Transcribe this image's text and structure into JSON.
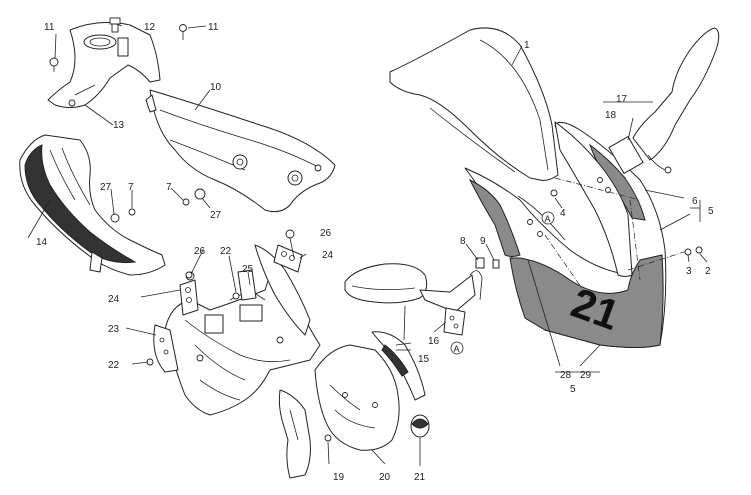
{
  "callouts": [
    {
      "id": "c1",
      "label": "1"
    },
    {
      "id": "c2",
      "label": "2"
    },
    {
      "id": "c3",
      "label": "3"
    },
    {
      "id": "c4",
      "label": "4"
    },
    {
      "id": "c5a",
      "label": "5"
    },
    {
      "id": "c5b",
      "label": "5"
    },
    {
      "id": "c6",
      "label": "6"
    },
    {
      "id": "c7a",
      "label": "7"
    },
    {
      "id": "c7b",
      "label": "7"
    },
    {
      "id": "c8",
      "label": "8"
    },
    {
      "id": "c9",
      "label": "9"
    },
    {
      "id": "c10",
      "label": "10"
    },
    {
      "id": "c11a",
      "label": "11"
    },
    {
      "id": "c11b",
      "label": "11"
    },
    {
      "id": "c12",
      "label": "12"
    },
    {
      "id": "c13",
      "label": "13"
    },
    {
      "id": "c14",
      "label": "14"
    },
    {
      "id": "c15",
      "label": "15"
    },
    {
      "id": "c16",
      "label": "16"
    },
    {
      "id": "c17",
      "label": "17"
    },
    {
      "id": "c18",
      "label": "18"
    },
    {
      "id": "c19",
      "label": "19"
    },
    {
      "id": "c20",
      "label": "20"
    },
    {
      "id": "c21",
      "label": "21"
    },
    {
      "id": "c22a",
      "label": "22"
    },
    {
      "id": "c22b",
      "label": "22"
    },
    {
      "id": "c23",
      "label": "23"
    },
    {
      "id": "c24a",
      "label": "24"
    },
    {
      "id": "c24b",
      "label": "24"
    },
    {
      "id": "c25",
      "label": "25"
    },
    {
      "id": "c26a",
      "label": "26"
    },
    {
      "id": "c26b",
      "label": "26"
    },
    {
      "id": "c27a",
      "label": "27"
    },
    {
      "id": "c27b",
      "label": "27"
    },
    {
      "id": "c28",
      "label": "28"
    },
    {
      "id": "c29",
      "label": "29"
    }
  ],
  "reference_marks": [
    {
      "id": "refA1",
      "label": "A"
    },
    {
      "id": "refA2",
      "label": "A"
    }
  ],
  "fairing_number": "21"
}
